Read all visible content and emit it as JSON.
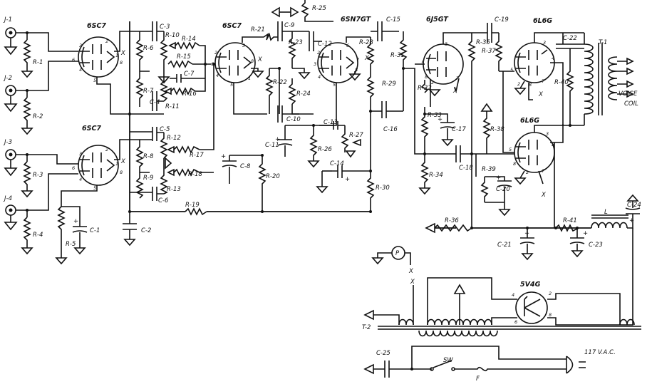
{
  "jacks": [
    "J-1",
    "J-2",
    "J-3",
    "J-4"
  ],
  "tubes": {
    "v1": "6SC7",
    "v2": "6SC7",
    "v3": "6SC7",
    "v4": "6SN7GT",
    "v5": "6J5GT",
    "v6": "6L6G",
    "v7": "6L6G",
    "rect": "5V4G"
  },
  "resistors": {
    "r1": "R-1",
    "r2": "R-2",
    "r3": "R-3",
    "r4": "R-4",
    "r5": "R-5",
    "r6": "R-6",
    "r7": "R-7",
    "r8": "R-8",
    "r9": "R-9",
    "r10": "R-10",
    "r11": "R-11",
    "r12": "R-12",
    "r13": "R-13",
    "r14": "R-14",
    "r15": "R-15",
    "r16": "R-16",
    "r17": "R-17",
    "r18": "R-18",
    "r19": "R-19",
    "r20": "R-20",
    "r21": "R-21",
    "r22": "R-22",
    "r23": "R-23",
    "r24": "R-24",
    "r25": "R-25",
    "r26": "R-26",
    "r27": "R-27",
    "r28": "R-28",
    "r29": "R-29",
    "r30": "R-30",
    "r31": "R-31",
    "r32": "R-32",
    "r33": "R-33",
    "r34": "R-34",
    "r35": "R-35",
    "r36": "R-36",
    "r37": "R-37",
    "r38": "R-38",
    "r39": "R-39",
    "r40": "R-40",
    "r41": "R-41"
  },
  "capacitors": {
    "c1": "C-1",
    "c2": "C-2",
    "c3": "C-3",
    "c4": "C-4",
    "c5": "C-5",
    "c6": "C-6",
    "c7": "C-7",
    "c8": "C-8",
    "c9": "C-9",
    "c10": "C-10",
    "c11": "C-11",
    "c12": "C-12",
    "c13": "C-13",
    "c14": "C-14",
    "c15": "C-15",
    "c16": "C-16",
    "c17": "C-17",
    "c18": "C-18",
    "c19": "C-19",
    "c20": "C-20",
    "c21": "C-21",
    "c22": "C-22",
    "c23": "C-23",
    "c24": "C-24",
    "c25": "C-25"
  },
  "transformers": {
    "t1": "T-1",
    "t2": "T-2"
  },
  "choke": "L",
  "voice_coil": [
    "VOICE",
    "COIL"
  ],
  "pilot": "P",
  "x_mark": "X",
  "switch": "SW",
  "fuse": "F",
  "mains": "117 V.A.C.",
  "plus": "+",
  "pins": {
    "p1": "1",
    "p2": "2",
    "p3": "3",
    "p4": "4",
    "p5": "5",
    "p6": "6",
    "p7": "7",
    "p8": "8"
  }
}
